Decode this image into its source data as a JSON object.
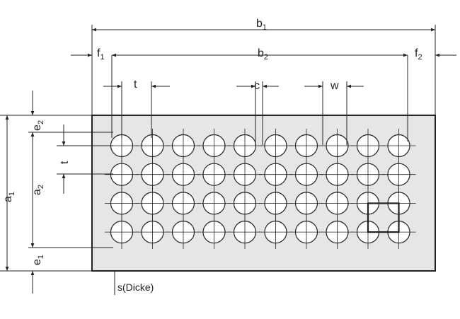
{
  "plate": {
    "fill": "#e6e6e6",
    "border_color": "#222222",
    "hole_columns": 10,
    "hole_rows": 4
  },
  "labels": {
    "b1": {
      "main": "b",
      "sub": "1"
    },
    "b2": {
      "main": "b",
      "sub": "2"
    },
    "f1": {
      "main": "f",
      "sub": "1"
    },
    "f2": {
      "main": "f",
      "sub": "2"
    },
    "t_top": "t",
    "c": "c",
    "w": "w",
    "e2": {
      "main": "e",
      "sub": "2"
    },
    "t_left": "t",
    "a1": {
      "main": "a",
      "sub": "1"
    },
    "a2": {
      "main": "a",
      "sub": "2"
    },
    "e1": {
      "main": "e",
      "sub": "1"
    },
    "thickness": "s(Dicke)"
  }
}
